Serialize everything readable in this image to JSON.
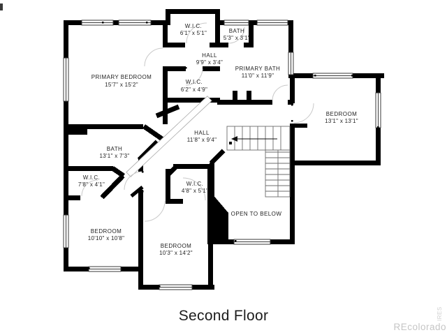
{
  "title": "Second Floor",
  "watermark": "REcolorado",
  "watermark_vertical": "IRES",
  "colors": {
    "wall": "#000000",
    "stair_line": "#6b6b6b",
    "door_arc": "#c9c9c9",
    "watermark": "#c5c5c5",
    "text": "#222222"
  },
  "rooms": [
    {
      "id": "wic-top",
      "name": "W.I.C.",
      "dims": "6'1\" x 5'1\""
    },
    {
      "id": "bath-top",
      "name": "BATH",
      "dims": "5'3\" x 3'1\""
    },
    {
      "id": "hall-top",
      "name": "HALL",
      "dims": "9'9\" x 3'4\""
    },
    {
      "id": "primary-bath",
      "name": "PRIMARY BATH",
      "dims": "11'0\" x 11'9\""
    },
    {
      "id": "primary-bedroom",
      "name": "PRIMARY BEDROOM",
      "dims": "15'7\" x 15'2\""
    },
    {
      "id": "wic-mid",
      "name": "W.I.C.",
      "dims": "6'2\" x 4'9\""
    },
    {
      "id": "bedroom-right",
      "name": "BEDROOM",
      "dims": "13'1\" x 13'1\""
    },
    {
      "id": "hall-center",
      "name": "HALL",
      "dims": "11'8\" x 9'4\""
    },
    {
      "id": "bath-left",
      "name": "BATH",
      "dims": "13'1\" x 7'3\""
    },
    {
      "id": "wic-left",
      "name": "W.I.C.",
      "dims": "7'8\" x 4'1\""
    },
    {
      "id": "wic-center",
      "name": "W.I.C.",
      "dims": "4'8\" x 5'1\""
    },
    {
      "id": "open-below",
      "name": "OPEN TO BELOW",
      "dims": ""
    },
    {
      "id": "bedroom-left",
      "name": "BEDROOM",
      "dims": "10'10\" x 10'8\""
    },
    {
      "id": "bedroom-bottom",
      "name": "BEDROOM",
      "dims": "10'3\" x 14'2\""
    }
  ]
}
